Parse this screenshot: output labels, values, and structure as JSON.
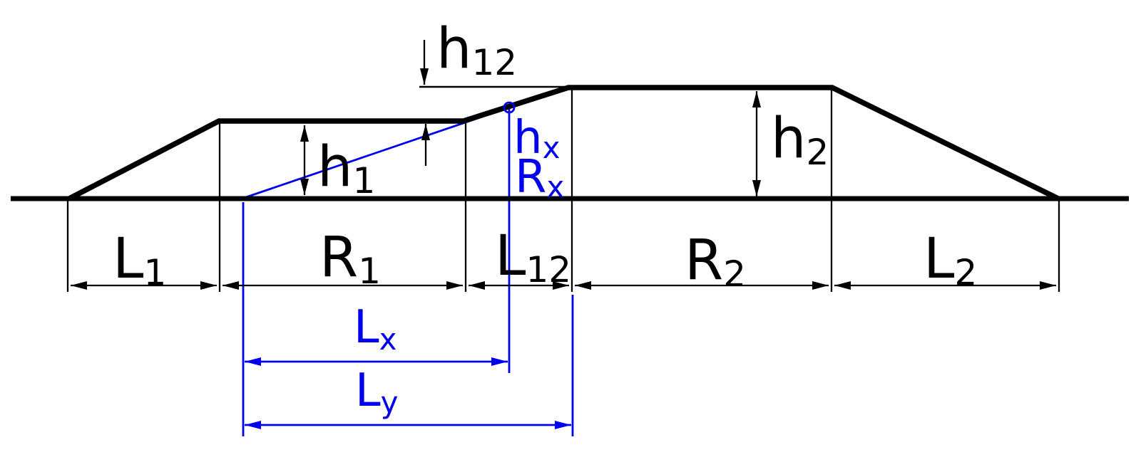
{
  "diagram": {
    "colors": {
      "primary_line": "#000000",
      "accent_line": "#0000ee",
      "background": "#ffffff"
    },
    "labels": {
      "h12": {
        "main": "h",
        "sub": "12"
      },
      "h1": {
        "main": "h",
        "sub": "1"
      },
      "h2": {
        "main": "h",
        "sub": "2"
      },
      "hx": {
        "main": "h",
        "sub": "x"
      },
      "rx": {
        "main": "R",
        "sub": "x"
      },
      "l1": {
        "main": "L",
        "sub": "1"
      },
      "r1": {
        "main": "R",
        "sub": "1"
      },
      "l12": {
        "main": "L",
        "sub": "12"
      },
      "r2": {
        "main": "R",
        "sub": "2"
      },
      "l2": {
        "main": "L",
        "sub": "2"
      },
      "lx": {
        "main": "L",
        "sub": "x"
      },
      "ly": {
        "main": "L",
        "sub": "y"
      }
    }
  }
}
